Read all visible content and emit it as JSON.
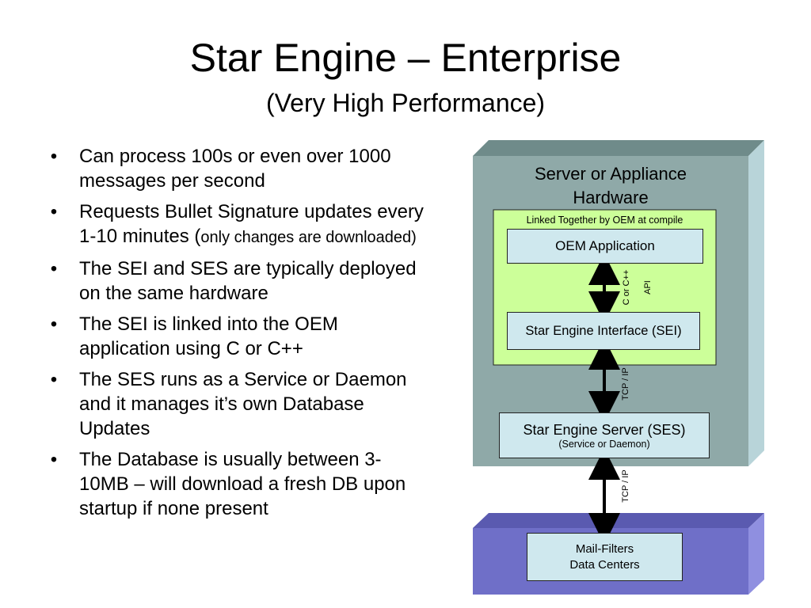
{
  "slide": {
    "title": "Star Engine – Enterprise",
    "subtitle": "(Very High Performance)"
  },
  "bullets": [
    {
      "text": "Can process 100s or even over 1000 messages per second"
    },
    {
      "text": "Requests Bullet Signature updates every 1-10 minutes (",
      "small": "only changes are downloaded)"
    },
    {
      "text": "The SEI and SES are typically deployed on the same hardware"
    },
    {
      "text": "The SEI is linked into the OEM application using C or C++"
    },
    {
      "text": "The SES runs as a Service or Daemon and it manages it’s own Database Updates"
    },
    {
      "text": "The Database is usually between 3-10MB – will download a fresh DB upon startup if none present"
    }
  ],
  "diagram": {
    "server_label_line1": "Server or Appliance",
    "server_label_line2": "Hardware",
    "linked_label": "Linked Together by OEM at compile",
    "oem_app": "OEM Application",
    "api_line1": "C or C++",
    "api_line2": "API",
    "sei": "Star Engine Interface (SEI)",
    "tcp_upper": "TCP / IP",
    "ses_line1": "Star Engine Server (SES)",
    "ses_line2": "(Service or Daemon)",
    "tcp_lower": "TCP / IP",
    "mail_line1": "Mail-Filters",
    "mail_line2": "Data Centers"
  },
  "colors": {
    "server_front": "#8fa9a8",
    "server_side": "#b8d4d9",
    "server_top": "#6f8b8a",
    "linked_fill": "#ccff99",
    "box_fill": "#cfe8ee",
    "datacenter_front": "#6f6fc8",
    "datacenter_side": "#8f8fe0",
    "datacenter_top": "#5a5ab0"
  }
}
